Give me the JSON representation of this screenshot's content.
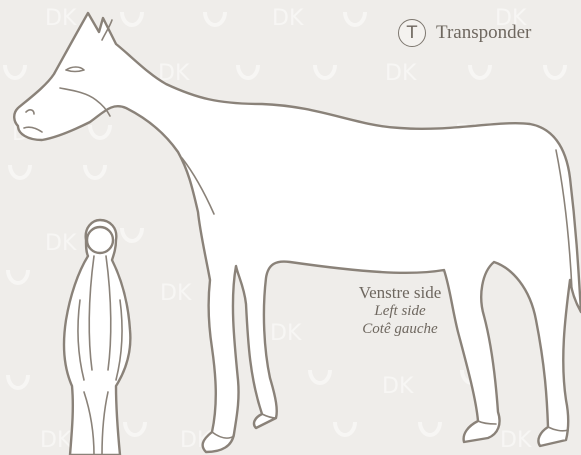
{
  "transponder": {
    "badge": "T",
    "label": "Transponder"
  },
  "side_label": {
    "danish": "Venstre side",
    "english": "Left side",
    "french": "Cotê gauche"
  },
  "watermark": {
    "text": "DK"
  },
  "colors": {
    "background": "#efedea",
    "outline": "#8a8279",
    "text": "#6e675f"
  }
}
